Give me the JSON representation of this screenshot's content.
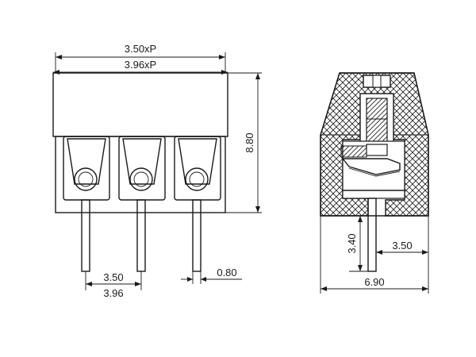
{
  "front_view": {
    "dim_total_350": "3.50xP",
    "dim_total_396": "3.96xP",
    "dim_height": "8.80",
    "dim_pitch_350": "3.50",
    "dim_pitch_396": "3.96",
    "dim_pin_width": "0.80"
  },
  "side_view": {
    "dim_pin_length": "3.40",
    "dim_pin_offset": "3.50",
    "dim_depth": "6.90"
  },
  "colors": {
    "line": "#1a1a1a",
    "hatch": "#1a1a1a",
    "background": "#ffffff"
  },
  "terminal_count": 3
}
